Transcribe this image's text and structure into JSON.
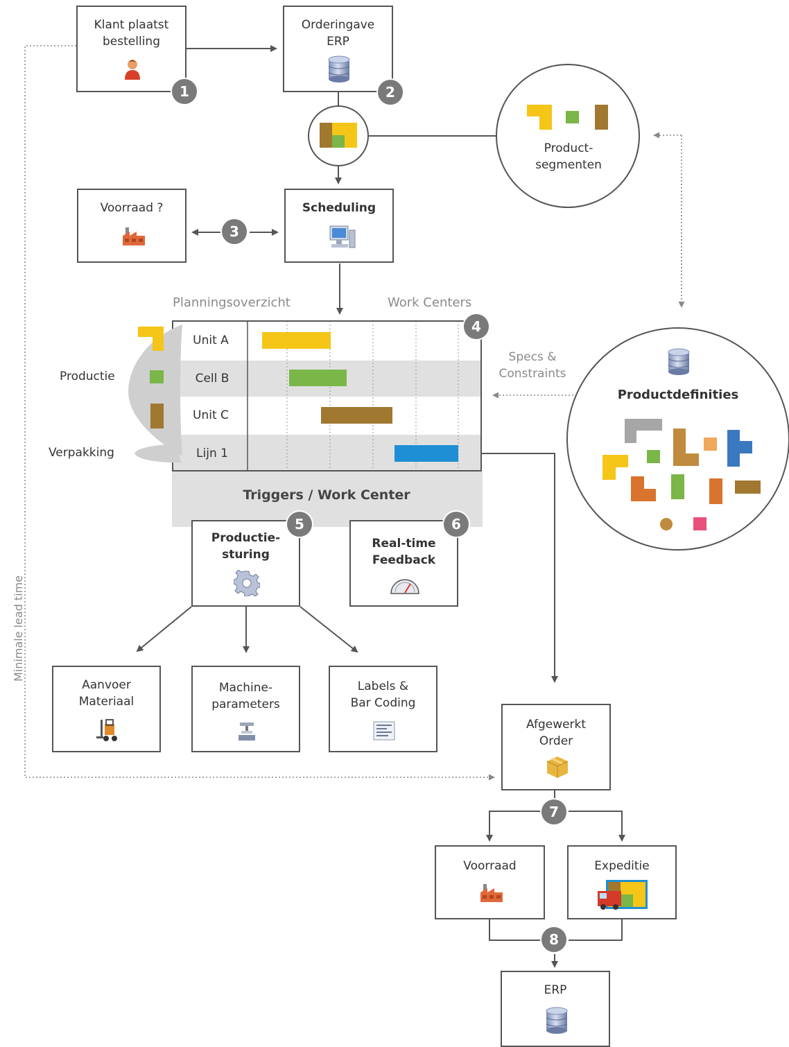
{
  "nodes": {
    "klant": "Klant plaatst\nbestelling",
    "ordering": "Orderingave\nERP",
    "voorraad_q": "Voorraad ?",
    "scheduling": "Scheduling",
    "productsegmenten": "Product-\nsegmenten",
    "productdefinities": "Productdefinities",
    "productiesturing": "Productie-\nsturing",
    "realtime": "Real-time\nFeedback",
    "aanvoer": "Aanvoer\nMateriaal",
    "machine": "Machine-\nparameters",
    "labels": "Labels &\nBar Coding",
    "afgewerkt": "Afgewerkt\nOrder",
    "voorraad": "Voorraad",
    "expeditie": "Expeditie",
    "erp": "ERP"
  },
  "labels": {
    "planningsoverzicht": "Planningsoverzicht",
    "work_centers": "Work Centers",
    "specs": "Specs &\nConstraints",
    "productie": "Productie",
    "verpakking": "Verpakking",
    "triggers": "Triggers / Work Center",
    "lead_time": "Minimale lead time"
  },
  "gantt_rows": [
    "Unit A",
    "Cell B",
    "Unit C",
    "Lijn 1"
  ],
  "badges": [
    "1",
    "2",
    "3",
    "4",
    "5",
    "6",
    "7",
    "8"
  ],
  "colors": {
    "yellow": "#f5c518",
    "green": "#7ab648",
    "brown": "#a07830",
    "blue": "#1e8fd4",
    "gray_fill": "#e0e0e1",
    "badge": "#7a7a7a",
    "orange": "#d9742e",
    "light_orange": "#f0a85a",
    "pink": "#e8507a",
    "steel_blue": "#3a78c0",
    "silver": "#a6a6a6"
  },
  "icons": {
    "klant": "person-icon",
    "ordering": "database-icon",
    "voorraad_q": "factory-icon",
    "scheduling": "computer-icon",
    "productdefinities": "database-icon",
    "productiesturing": "gear-icon",
    "realtime": "gauge-icon",
    "aanvoer": "forklift-icon",
    "machine": "press-icon",
    "labels": "barcode-label-icon",
    "afgewerkt": "package-icon",
    "voorraad": "factory-icon",
    "expeditie": "truck-icon",
    "erp": "database-icon"
  }
}
